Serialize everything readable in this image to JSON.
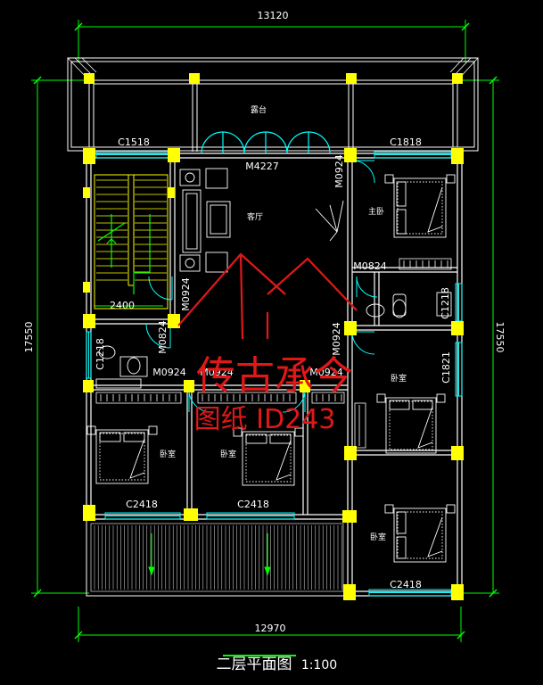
{
  "dimensions": {
    "top": "13120",
    "bottom": "12970",
    "left": "17550",
    "right": "17550",
    "stair_width": "2400"
  },
  "rooms": {
    "balcony": "露台",
    "living": "客厅",
    "master_bedroom": "主卧",
    "bedroom_right_mid": "卧室",
    "bedroom_left": "卧室",
    "bedroom_center": "卧室",
    "bedroom_right_bottom": "卧室"
  },
  "openings": {
    "c1518": "C1518",
    "c1818": "C1818",
    "m4227": "M4227",
    "m0924_a": "M0924",
    "m0824_a": "M0824",
    "c1218_a": "C1218",
    "m0924_b": "M0924",
    "c1218_b": "C1218",
    "m0824_b": "M0824",
    "m0924_c": "M0924",
    "m0924_d": "M0924",
    "m0924_e": "M0924",
    "m0924_f": "M0924",
    "c1821": "C1821",
    "c2418_a": "C2418",
    "c2418_b": "C2418",
    "c2418_c": "C2418"
  },
  "watermark": {
    "line1": "传古承今",
    "line2": "图纸 ID243"
  },
  "drawing_title": "二层平面图",
  "scale": "1:100",
  "colors": {
    "wall": "#ffffff",
    "column": "#ffff00",
    "window": "#00ffff",
    "dimension": "#00ff00",
    "stair": "#ffff00",
    "watermark": "#e01818"
  }
}
